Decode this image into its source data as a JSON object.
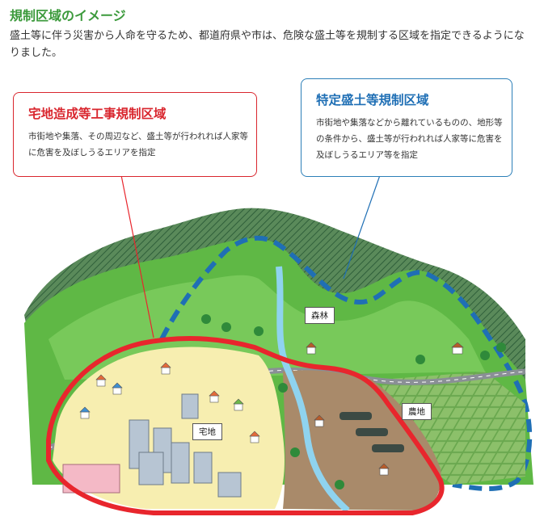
{
  "title": "規制区域のイメージ",
  "description": "盛土等に伴う災害から人命を守るため、都道府県や市は、危険な盛土等を規制する区域を指定できるようになりました。",
  "zone_residential": {
    "heading": "宅地造成等工事規制区域",
    "text": "市街地や集落、その周辺など、盛土等が行われれば人家等に危害を及ぼしうるエリアを指定"
  },
  "zone_specific": {
    "heading": "特定盛土等規制区域",
    "text": "市街地や集落などから離れているものの、地形等の条件から、盛土等が行われれば人家等に危害を及ぼしうるエリア等を指定"
  },
  "labels": {
    "forest": "森林",
    "farmland": "農地",
    "residential": "宅地"
  },
  "colors": {
    "residential_zone": "#e8262d",
    "specific_zone": "#1f6fb5",
    "title": "#3c9a3c"
  }
}
